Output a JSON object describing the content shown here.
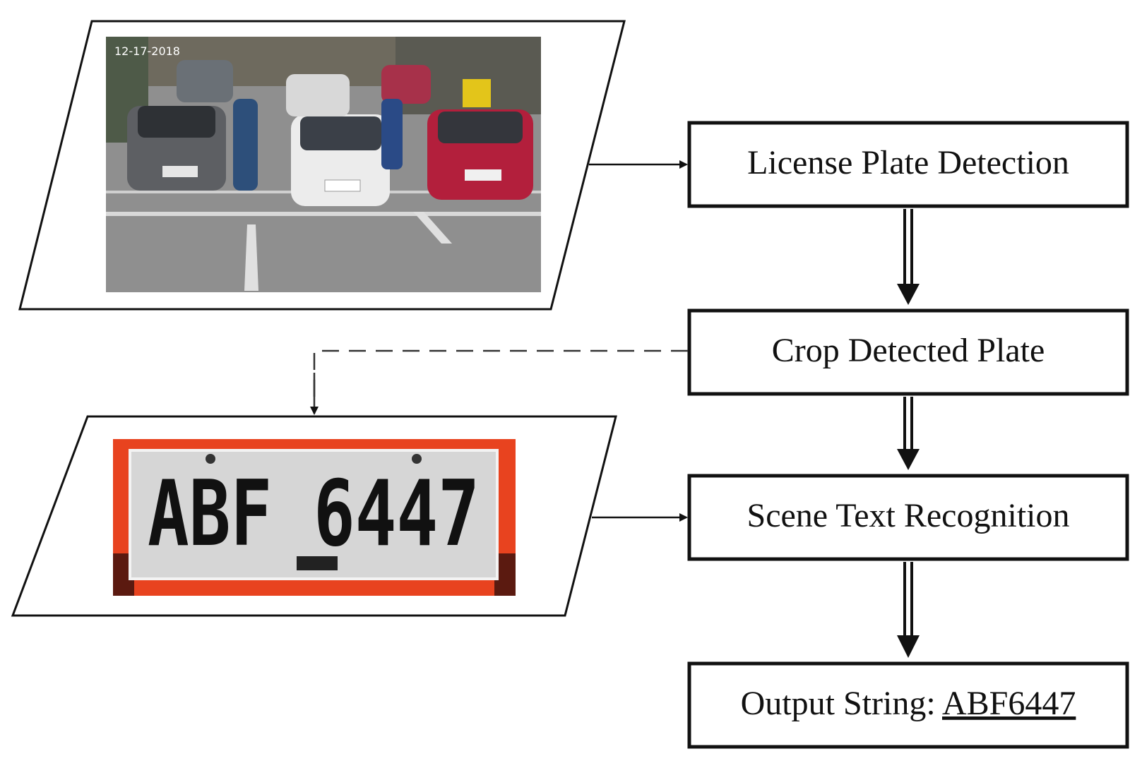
{
  "diagram": {
    "steps": [
      {
        "id": "detect",
        "label": "License Plate Detection"
      },
      {
        "id": "crop",
        "label": "Crop Detected Plate"
      },
      {
        "id": "recognize",
        "label": "Scene Text Recognition"
      }
    ],
    "output": {
      "prefix": "Output String: ",
      "value": "ABF6447"
    },
    "input_image": {
      "overlay_text": "12-17-2018"
    },
    "plate_image": {
      "text": "ABF 6447"
    },
    "colors": {
      "stroke": "#111111",
      "plate_border": "#e8431f",
      "plate_face": "#d6d6d6",
      "road": "#8a8a8a"
    }
  }
}
